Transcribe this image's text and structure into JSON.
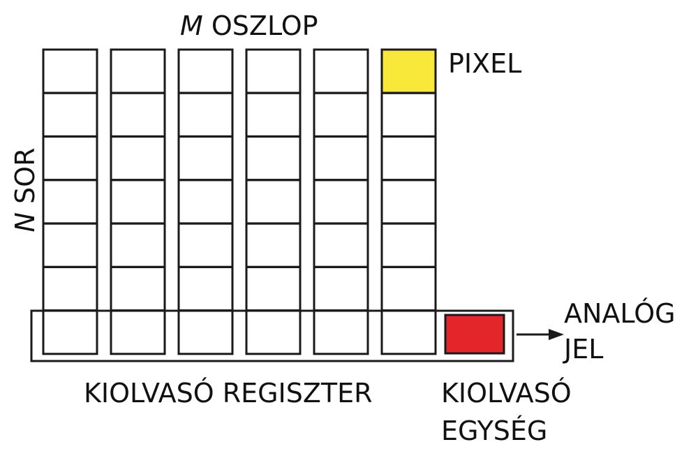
{
  "labels": {
    "columns_var": "M",
    "columns_word": "OSZLOP",
    "rows_var": "N",
    "rows_word": "SOR",
    "pixel": "PIXEL",
    "analog_line1": "ANALÓG",
    "analog_line2": "JEL",
    "register": "KIOLVASÓ REGISZTER",
    "readout_line1": "KIOLVASÓ",
    "readout_line2": "EGYSÉG"
  },
  "grid": {
    "columns": 6,
    "rows": 7
  },
  "colors": {
    "pixel_highlight": "#f7e83a",
    "readout_unit": "#e3262a",
    "stroke": "#1a1a1a",
    "cell_fill": "#ffffff"
  }
}
